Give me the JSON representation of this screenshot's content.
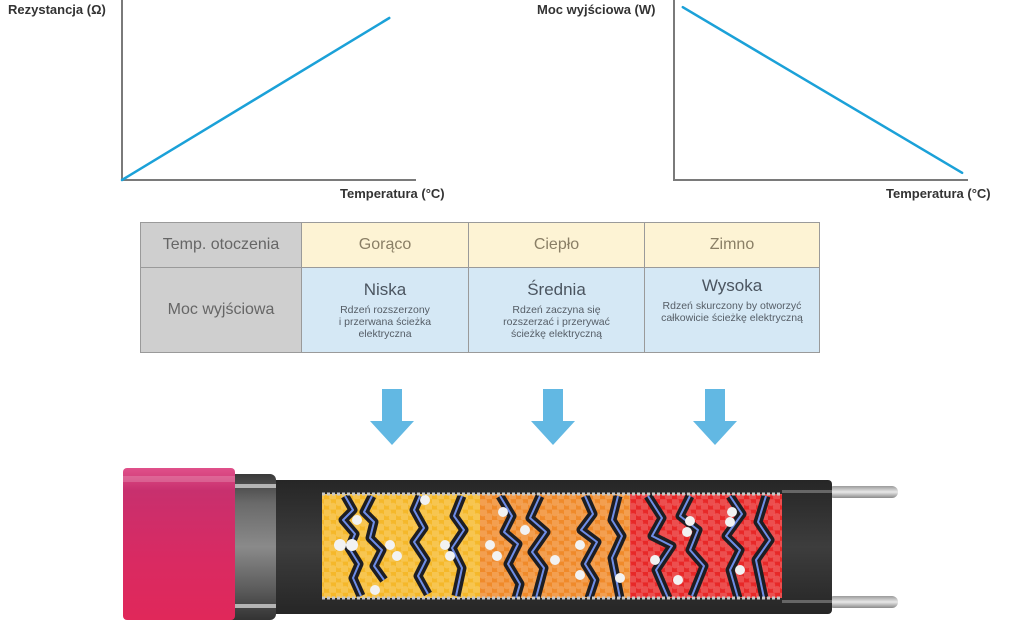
{
  "chart_data": [
    {
      "type": "line",
      "title": "",
      "ylabel": "Rezystancja (Ω)",
      "xlabel": "Temperatura (°C)",
      "x": [
        0,
        1
      ],
      "series": [
        {
          "name": "Rezystancja",
          "values": [
            0,
            0.9
          ]
        }
      ],
      "xlim": [
        0,
        1.1
      ],
      "ylim": [
        0,
        1
      ],
      "grid": false,
      "trend": "increasing",
      "line_color": "#1ba1d8"
    },
    {
      "type": "line",
      "title": "",
      "ylabel": "Moc wyjściowa (W)",
      "xlabel": "Temperatura (°C)",
      "x": [
        0.03,
        0.98
      ],
      "series": [
        {
          "name": "Moc wyjściowa",
          "values": [
            0.96,
            0.04
          ]
        }
      ],
      "xlim": [
        0,
        1
      ],
      "ylim": [
        0,
        1
      ],
      "grid": false,
      "trend": "decreasing",
      "line_color": "#1ba1d8"
    }
  ],
  "table": {
    "row_labels": [
      "Temp. otoczenia",
      "Moc wyjściowa"
    ],
    "columns": [
      {
        "temp": "Gorąco",
        "level": "Niska",
        "desc": [
          "Rdzeń rozszerzony",
          "i przerwana ścieżka",
          "elektryczna"
        ]
      },
      {
        "temp": "Ciepło",
        "level": "Średnia",
        "desc": [
          "Rdzeń zaczyna się",
          "rozszerzać i przerywać",
          "ścieżkę elektryczną"
        ]
      },
      {
        "temp": "Zimno",
        "level": "Wysoka",
        "desc": [
          "Rdzeń skurczony by otworzyć",
          "całkowicie ścieżkę elektryczną"
        ]
      }
    ]
  },
  "arrows": {
    "icon": "arrow-down-icon",
    "color": "#62b8e3",
    "count": 3
  },
  "cable": {
    "jacket_color": "#d8295f",
    "core_sections": [
      {
        "name": "hot",
        "color": "#f5b82a"
      },
      {
        "name": "warm",
        "color": "#f08a2a"
      },
      {
        "name": "cold",
        "color": "#e82828"
      }
    ]
  }
}
